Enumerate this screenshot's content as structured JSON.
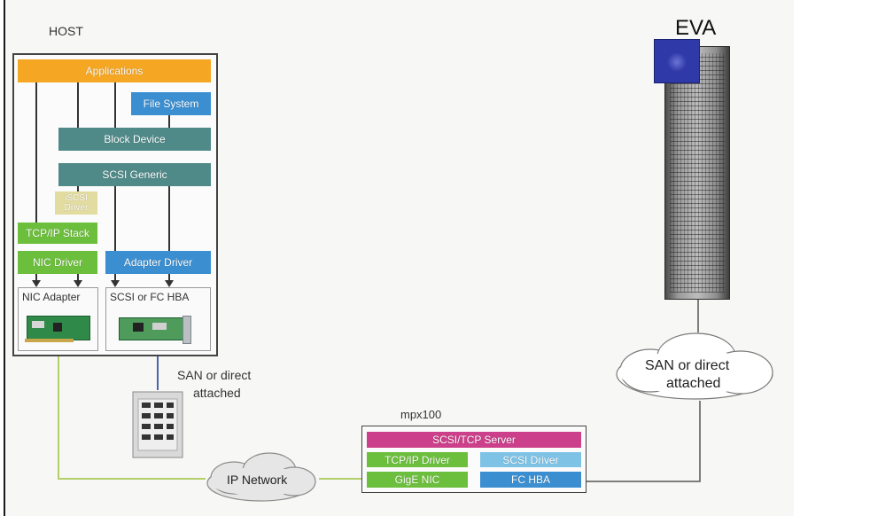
{
  "host": {
    "title": "HOST",
    "layers": {
      "applications": "Applications",
      "file_system": "File System",
      "block_device": "Block Device",
      "scsi_generic": "SCSI Generic",
      "iscsi_driver": "iSCSI Driver",
      "tcpip_stack": "TCP/IP Stack",
      "nic_driver": "NIC Driver",
      "adapter_driver": "Adapter Driver"
    },
    "hardware": {
      "nic_adapter": "NIC Adapter",
      "scsi_fc_hba": "SCSI or FC HBA"
    }
  },
  "eva": {
    "title": "EVA"
  },
  "san_left": {
    "line1": "SAN or direct",
    "line2": "attached"
  },
  "san_right": {
    "line1": "SAN or direct",
    "line2": "attached"
  },
  "ip_network": {
    "label": "IP Network"
  },
  "mpx100": {
    "title": "mpx100",
    "scsi_tcp_server": "SCSI/TCP Server",
    "tcpip_driver": "TCP/IP Driver",
    "scsi_driver": "SCSI Driver",
    "gige_nic": "GigE NIC",
    "fc_hba": "FC HBA"
  },
  "colors": {
    "orange": "#f5a623",
    "blue": "#3b8fd1",
    "teal": "#4f8a89",
    "green": "#6cbf3c",
    "tan": "#e2dca0",
    "magenta": "#cc3f8a",
    "light_blue": "#7ec3e6",
    "connector_green": "#b2cf6b"
  }
}
